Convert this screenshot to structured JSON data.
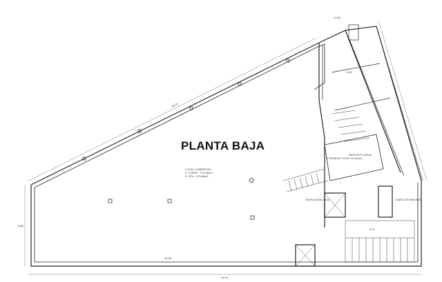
{
  "title": "PLANTA BAJA",
  "local": {
    "name": "LOCAL COMERCIAL",
    "built_area": "S. CONST.: 174,90m2",
    "useful_area": "S. ÚTIL: 173,98m2"
  },
  "levels": [
    "+0,00",
    "+0,22"
  ],
  "rooms": {
    "water_tank": "DEPOSITO AGUA",
    "pressure_group": "G. PRESION Y CONT. DE AGUA",
    "garbage": "CUARTO DE BASURAS",
    "ventilation": "VENTILACION LOCAL"
  },
  "dimensions": {
    "bottom_total": "24.00",
    "bottom_left": "14.55",
    "right_inner": "8.07",
    "left_height": "6.85",
    "top_diagonal": "18.70"
  }
}
